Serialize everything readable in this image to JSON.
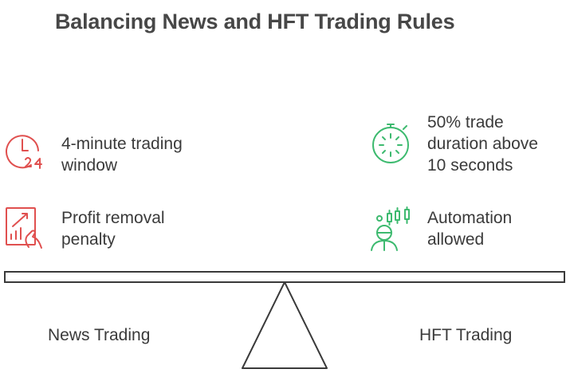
{
  "title": "Balancing News and HFT Trading Rules",
  "left": {
    "label": "News Trading",
    "items": [
      {
        "text_line1": "4-minute trading",
        "text_line2": "window",
        "icon": "clock-24-icon"
      },
      {
        "text_line1": "Profit removal",
        "text_line2": "penalty",
        "icon": "chart-hand-icon"
      }
    ]
  },
  "right": {
    "label": "HFT Trading",
    "items": [
      {
        "text_line1": "50% trade",
        "text_line2": "duration above",
        "text_line3": "10 seconds",
        "icon": "stopwatch-icon"
      },
      {
        "text_line1": "Automation",
        "text_line2": "allowed",
        "icon": "robot-candlestick-icon"
      }
    ]
  },
  "colors": {
    "left_accent": "#e0504f",
    "right_accent": "#3dba6f",
    "outline": "#3a3a3a"
  }
}
